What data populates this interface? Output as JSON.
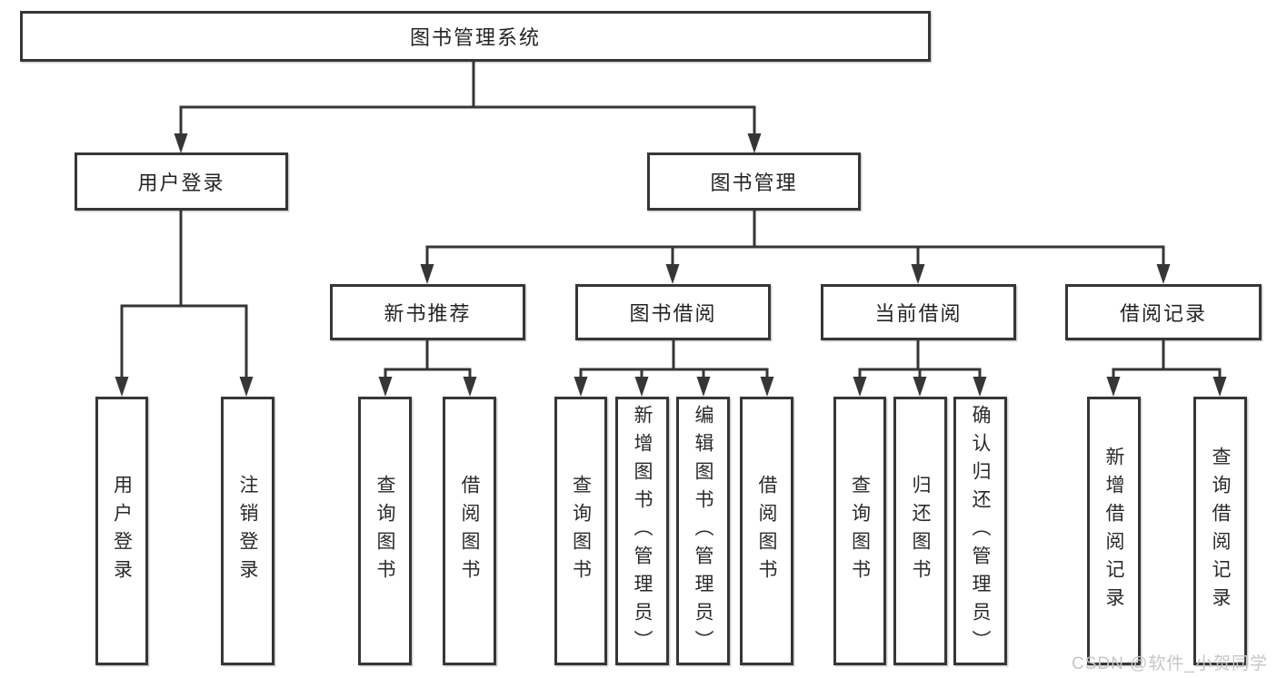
{
  "colors": {
    "line": "#363636",
    "box_border": "#363636",
    "text": "#242424",
    "background": "#ffffff",
    "watermark": "#c6c6c6"
  },
  "tree": {
    "root": {
      "label": "图书管理系统"
    },
    "level2": [
      {
        "label": "用户登录",
        "children": [
          {
            "label": "用户登录"
          },
          {
            "label": "注销登录"
          }
        ]
      },
      {
        "label": "图书管理",
        "children": [
          {
            "label": "新书推荐",
            "children": [
              {
                "label": "查询图书"
              },
              {
                "label": "借阅图书"
              }
            ]
          },
          {
            "label": "图书借阅",
            "children": [
              {
                "label": "查询图书"
              },
              {
                "label": "新增图书（管理员）"
              },
              {
                "label": "编辑图书（管理员）"
              },
              {
                "label": "借阅图书"
              }
            ]
          },
          {
            "label": "当前借阅",
            "children": [
              {
                "label": "查询图书"
              },
              {
                "label": "归还图书"
              },
              {
                "label": "确认归还（管理员）"
              }
            ]
          },
          {
            "label": "借阅记录",
            "children": [
              {
                "label": "新增借阅记录"
              },
              {
                "label": "查询借阅记录"
              }
            ]
          }
        ]
      }
    ]
  },
  "watermark": "CSDN @软件_小贺同学"
}
